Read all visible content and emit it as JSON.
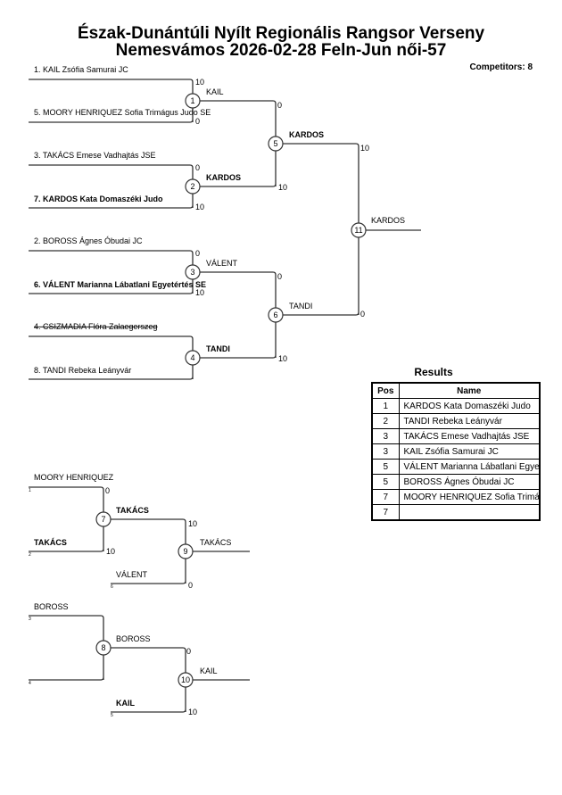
{
  "header": {
    "title": "Észak-Dunántúli Nyílt Regionális Rangsor Verseny",
    "subtitle": "Nemesvámos 2026-02-28 Feln-Jun női-57",
    "competitors": "Competitors: 8"
  },
  "main_bracket": {
    "entries": [
      "1. KAIL Zsófia Samurai JC",
      "5. MOORY HENRIQUEZ Sofia Trimágus Judo SE",
      "3. TAKÁCS Emese Vadhajtás JSE",
      "7. KARDOS Kata Domaszéki Judo",
      "2. BOROSS Ágnes Óbudai JC",
      "6. VÁLENT Marianna Lábatlani Egyetértés SE",
      "4. CSIZMADIA Flóra Zalaegerszeg",
      "8. TANDI Rebeka Leányvár"
    ],
    "matches": [
      {
        "no": "1",
        "winner": "KAIL",
        "scores": [
          "10",
          "0"
        ]
      },
      {
        "no": "2",
        "winner": "KARDOS",
        "scores": [
          "0",
          "10"
        ]
      },
      {
        "no": "3",
        "winner": "VÁLENT",
        "scores": [
          "0",
          "10"
        ]
      },
      {
        "no": "4",
        "winner": "TANDI",
        "scores": [
          "",
          ""
        ]
      },
      {
        "no": "5",
        "winner": "KARDOS",
        "scores": [
          "0",
          "10"
        ]
      },
      {
        "no": "6",
        "winner": "TANDI",
        "scores": [
          "0",
          "10"
        ]
      },
      {
        "no": "11",
        "winner": "KARDOS",
        "scores": [
          "10",
          "0"
        ]
      }
    ]
  },
  "repechage": {
    "a": {
      "top": "MOORY HENRIQUEZ",
      "bottom": "TAKÁCS",
      "third": "VÁLENT",
      "seeds": [
        "1",
        "2",
        "6"
      ],
      "m7": {
        "no": "7",
        "winner": "TAKÁCS",
        "scores": [
          "0",
          "10"
        ]
      },
      "m9": {
        "no": "9",
        "winner": "TAKÁCS",
        "scores": [
          "10",
          "0"
        ]
      }
    },
    "b": {
      "top": "BOROSS",
      "third": "KAIL",
      "seeds": [
        "3",
        "4",
        "5"
      ],
      "m8": {
        "no": "8",
        "winner": "BOROSS"
      },
      "m10": {
        "no": "10",
        "winner": "KAIL",
        "scores": [
          "0",
          "10"
        ]
      }
    }
  },
  "results": {
    "title": "Results",
    "headers": [
      "Pos",
      "Name"
    ],
    "rows": [
      {
        "pos": "1",
        "name": "KARDOS Kata Domaszéki Judo"
      },
      {
        "pos": "2",
        "name": "TANDI Rebeka Leányvár"
      },
      {
        "pos": "3",
        "name": "TAKÁCS Emese Vadhajtás JSE"
      },
      {
        "pos": "3",
        "name": "KAIL Zsófia Samurai JC"
      },
      {
        "pos": "5",
        "name": "VÁLENT Marianna Lábatlani Egyetértés SE"
      },
      {
        "pos": "5",
        "name": "BOROSS Ágnes Óbudai JC"
      },
      {
        "pos": "7",
        "name": "MOORY HENRIQUEZ Sofia Trimágus Judo SE"
      },
      {
        "pos": "7",
        "name": ""
      }
    ]
  }
}
